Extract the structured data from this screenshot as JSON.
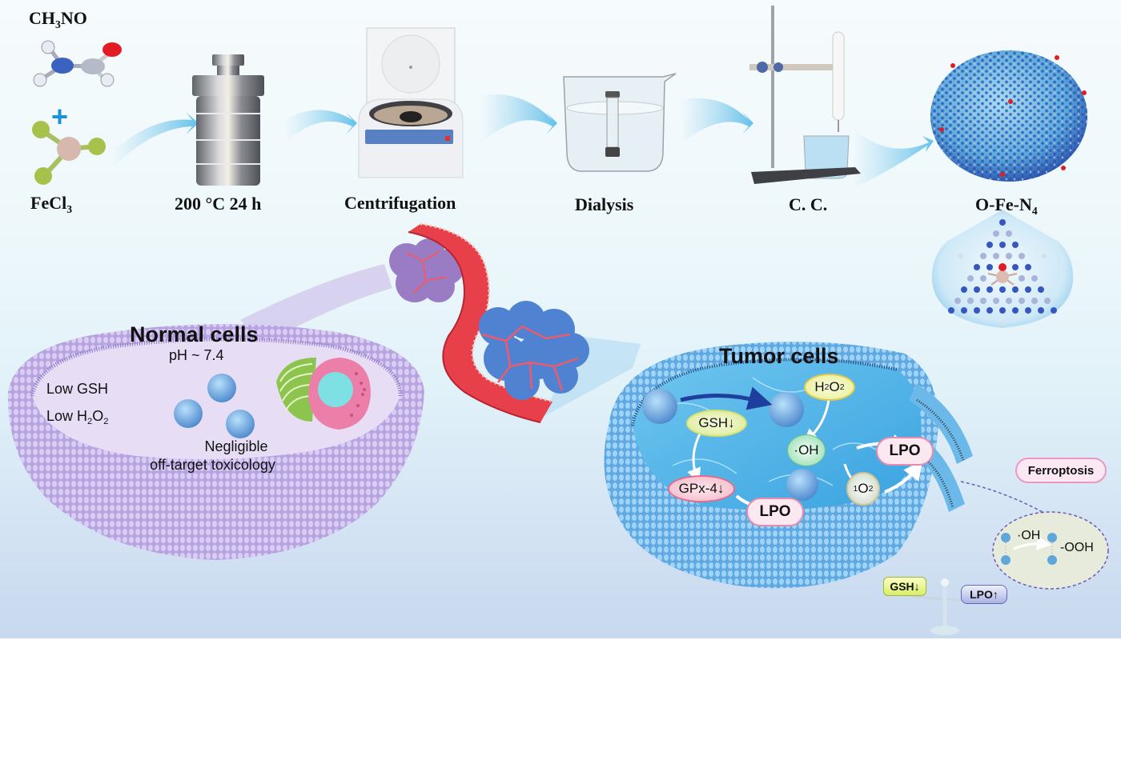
{
  "synthesis": {
    "reagent_top": {
      "text": "CH",
      "sub": "3",
      "tail": "NO"
    },
    "reagent_bottom": {
      "text": "FeCl",
      "sub": "3"
    },
    "steps": [
      {
        "label": "200 °C 24 h",
        "icon": "autoclave-icon"
      },
      {
        "label": "Centrifugation",
        "icon": "centrifuge-icon"
      },
      {
        "label": "Dialysis",
        "icon": "dialysis-beaker-icon"
      },
      {
        "label": "C. C.",
        "icon": "column-chromatography-icon"
      }
    ],
    "product": {
      "text": "O-Fe-N",
      "sub": "4",
      "icon": "nanosphere-icon"
    },
    "plus": "+"
  },
  "normal_cell": {
    "title": "Normal cells",
    "ph": "pH ~ 7.4",
    "low_gsh": "Low GSH",
    "low_h2o2": {
      "text": "Low H",
      "sub1": "2",
      "mid": "O",
      "sub2": "2"
    },
    "note_line1": "Negligible",
    "note_line2": "off-target toxicology"
  },
  "tumor_cell": {
    "title": "Tumor cells",
    "h2o2": {
      "text": "H",
      "sub1": "2",
      "mid": "O",
      "sub2": "2"
    },
    "gsh_down": "GSH↓",
    "oh": "·OH",
    "lpo": "LPO",
    "gpx4_down": "GPx-4↓",
    "lpo_2": "LPO",
    "singlet_o2": {
      "sup": "1",
      "text": "O",
      "sub": "2"
    },
    "ferroptosis": "Ferroptosis",
    "inset": {
      "oh": "·OH",
      "ooh": "-OOH"
    },
    "balance": {
      "left": "GSH↓",
      "right": "LPO↑"
    }
  },
  "colors": {
    "normal_cell": "#b9a6e0",
    "tumor_cell": "#5fb6e8",
    "vessel": "#e8404a",
    "lpo_cloud": "#f7c9dc",
    "gsh_pill": "#e9f08a",
    "oh_bubble": "#9fe0b6",
    "arrow": "#8fd0ee"
  }
}
